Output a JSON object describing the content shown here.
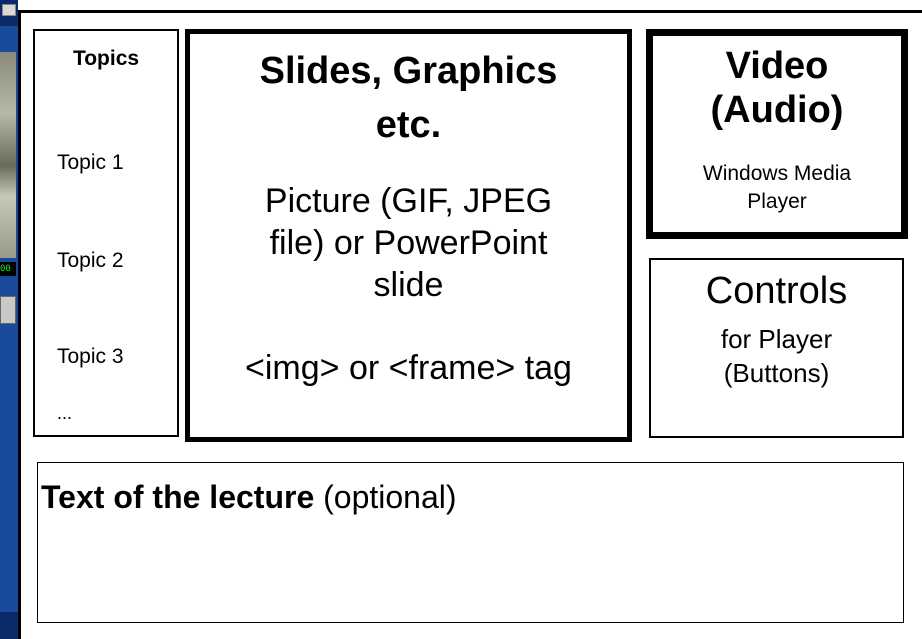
{
  "topics": {
    "heading": "Topics",
    "items": [
      "Topic 1",
      "Topic 2",
      "Topic 3",
      "..."
    ]
  },
  "slides": {
    "title_line1": "Slides, Graphics",
    "title_line2": "etc.",
    "desc_line1": "Picture (GIF, JPEG",
    "desc_line2": "file) or PowerPoint",
    "desc_line3": "slide",
    "tag_line": "<img> or <frame> tag"
  },
  "video": {
    "title_line1": "Video",
    "title_line2": "(Audio)",
    "sub_line1": "Windows Media",
    "sub_line2": "Player"
  },
  "controls": {
    "title": "Controls",
    "sub_line1": "for Player",
    "sub_line2": "(Buttons)"
  },
  "lecture": {
    "bold_text": "Text of the lecture",
    "normal_text": "(optional)"
  },
  "left_strip": {
    "timer": "00"
  }
}
